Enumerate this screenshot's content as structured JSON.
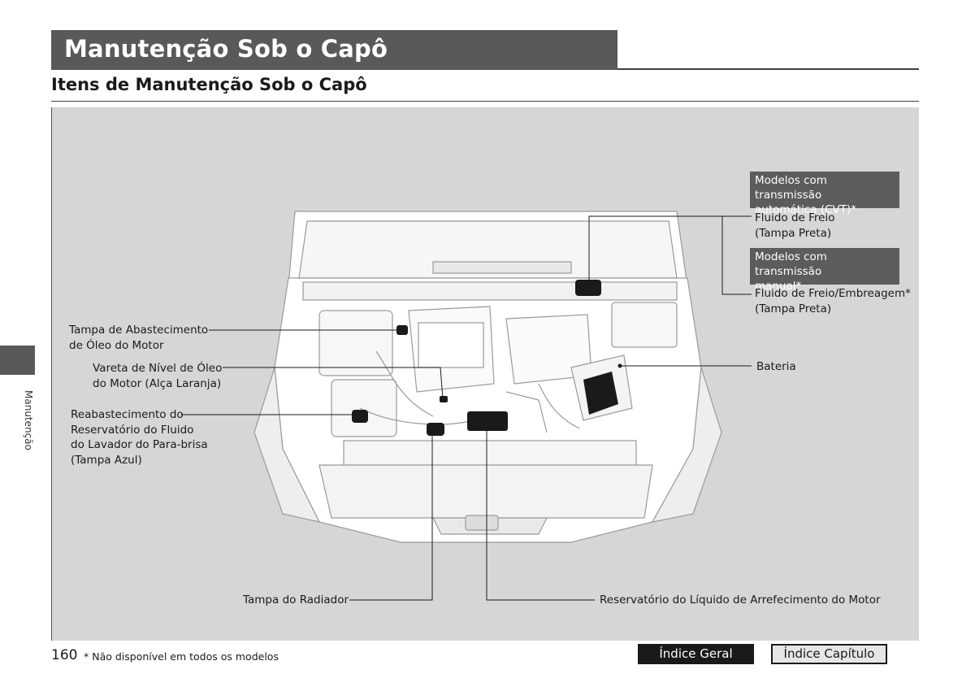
{
  "header": {
    "title": "Manutenção Sob o Capô",
    "subtitle": "Itens de Manutenção Sob o Capô"
  },
  "sidebar": {
    "section_label": "Manutenção"
  },
  "callouts": {
    "oil_fill_cap": "Tampa de Abastecimento\nde Óleo do Motor",
    "oil_dipstick": "Vareta de Nível de Óleo\ndo Motor (Alça Laranja)",
    "washer_reservoir": "Reabastecimento do\nReservatório do Fluido\ndo Lavador do Para-brisa\n(Tampa Azul)",
    "radiator_cap": "Tampa do Radiador",
    "coolant_reservoir": "Reservatório do Líquido de Arrefecimento do Motor",
    "battery": "Bateria",
    "cvt_models": "Modelos com transmissão\nautomática (CVT)*",
    "brake_fluid": "Fluido de Freio\n(Tampa Preta)",
    "manual_models": "Modelos com transmissão\nmanual*",
    "brake_clutch_fluid": "Fluido de Freio/Embreagem*\n(Tampa Preta)"
  },
  "footer": {
    "page_number": "160",
    "footnote": "* Não disponível em todos os modelos",
    "index_general": "Índice Geral",
    "index_chapter": "Índice Capítulo"
  },
  "colors": {
    "header_bar": "#595959",
    "panel_background": "#d6d6d6",
    "dark_box": "#5c5c5c",
    "button_dark": "#1a1a1a"
  }
}
